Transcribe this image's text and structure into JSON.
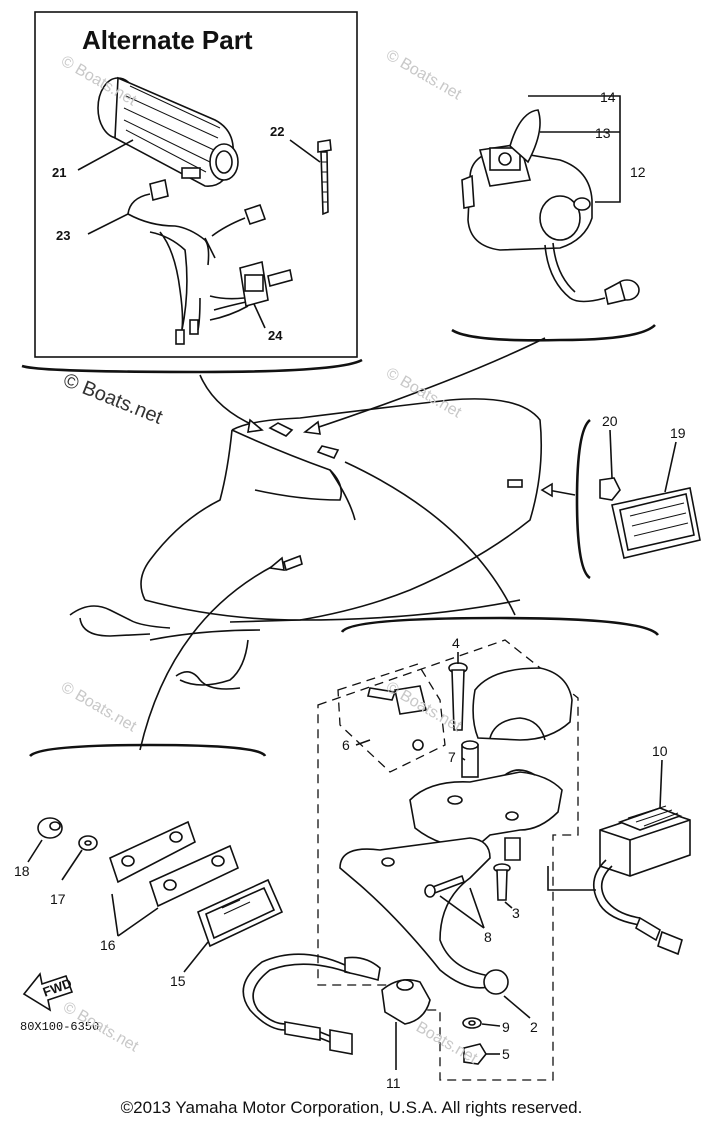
{
  "inset_title": "Alternate Part",
  "part_numbers": {
    "p2": "2",
    "p3": "3",
    "p4": "4",
    "p5": "5",
    "p6": "6",
    "p7": "7",
    "p8": "8",
    "p9": "9",
    "p10": "10",
    "p11": "11",
    "p12": "12",
    "p13": "13",
    "p14": "14",
    "p15": "15",
    "p16": "16",
    "p17": "17",
    "p18": "18",
    "p19": "19",
    "p20": "20",
    "p21": "21",
    "p22": "22",
    "p23": "23",
    "p24": "24"
  },
  "fwd_label": "FWD",
  "diagram_code": "80X100-6350",
  "watermark": "© Boats.net",
  "watermark_short": "Boats.net",
  "copyright": "©2013 Yamaha Motor Corporation, U.S.A. All rights reserved."
}
